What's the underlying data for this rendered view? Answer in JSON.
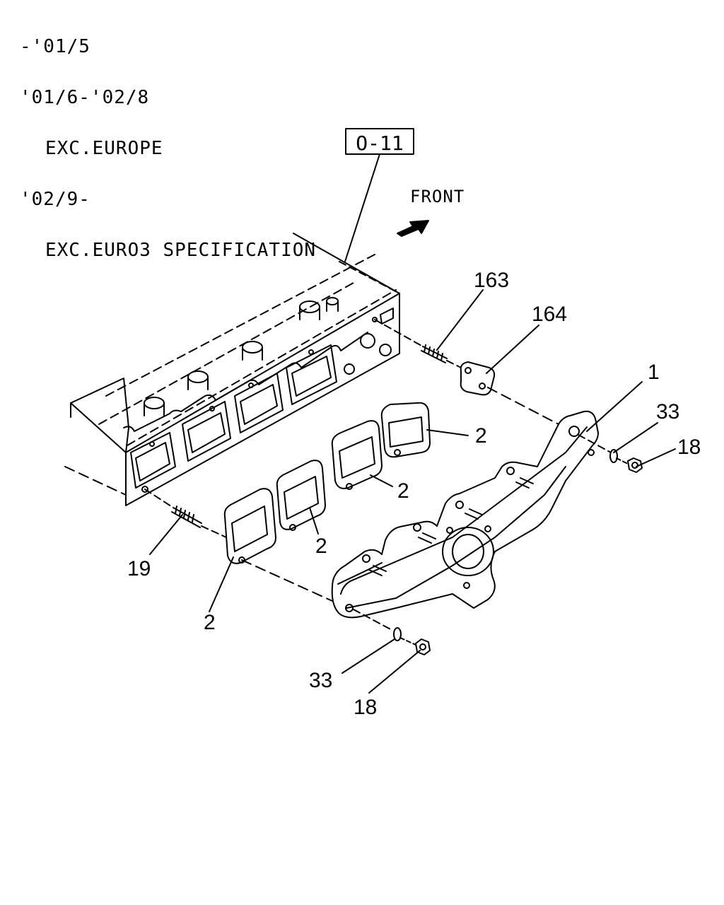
{
  "header": {
    "lines": [
      "-'01/5",
      "'01/6-'02/8",
      "EXC.EUROPE",
      "'02/9-",
      "EXC.EURO3 SPECIFICATION"
    ]
  },
  "diagram": {
    "ref_box": "O-11",
    "front_label": "FRONT",
    "callouts": {
      "c163": "163",
      "c164": "164",
      "c1": "1",
      "c33_top": "33",
      "c18_top": "18",
      "c2_a": "2",
      "c2_b": "2",
      "c2_c": "2",
      "c2_d": "2",
      "c19": "19",
      "c33_bottom": "33",
      "c18_bottom": "18"
    }
  }
}
